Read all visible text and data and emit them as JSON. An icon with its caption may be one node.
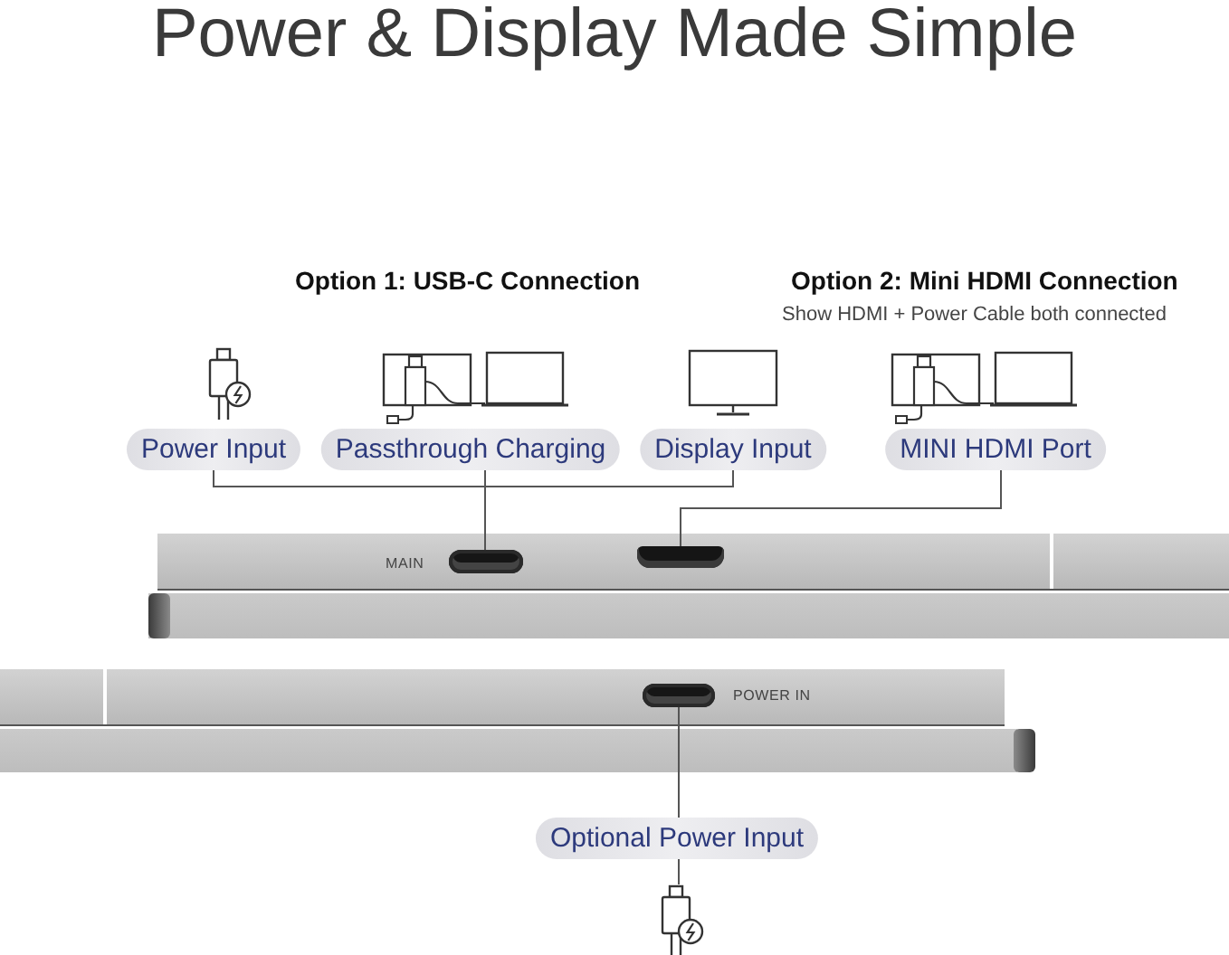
{
  "diagram": {
    "title": "Power & Display Made Simple",
    "nodes": [
      {
        "text": [
          "Power Input"
        ]
      },
      {
        "text": [
          "Passthrough Charging"
        ]
      },
      {
        "text": [
          "Display Input"
        ]
      },
      {
        "text": [
          "MINI HDMI Port"
        ]
      },
      {
        "text": [],
        "shape": "box",
        "beside": [
          "MAIN"
        ]
      },
      {
        "text": [],
        "shape": "box"
      },
      {
        "text": [],
        "shape": "box",
        "beside": [
          "POWER IN"
        ]
      },
      {
        "text": [
          "Optional Power Input"
        ]
      },
      {
        "text": [],
        "shape": "picture"
      }
    ],
    "edges": [
      {
        "from": 0,
        "to": 4,
        "arrow": "none"
      },
      {
        "from": 1,
        "to": 4,
        "arrow": "none"
      },
      {
        "from": 2,
        "to": 4,
        "arrow": "none"
      },
      {
        "from": 3,
        "to": 5,
        "arrow": "none"
      },
      {
        "from": 6,
        "to": 7,
        "arrow": "none"
      },
      {
        "from": 7,
        "to": 8,
        "arrow": "none"
      }
    ],
    "labels": [
      "Option 1: USB-C Connection",
      "Option 2: Mini HDMI Connection",
      "Show HDMI + Power Cable both connected"
    ]
  }
}
